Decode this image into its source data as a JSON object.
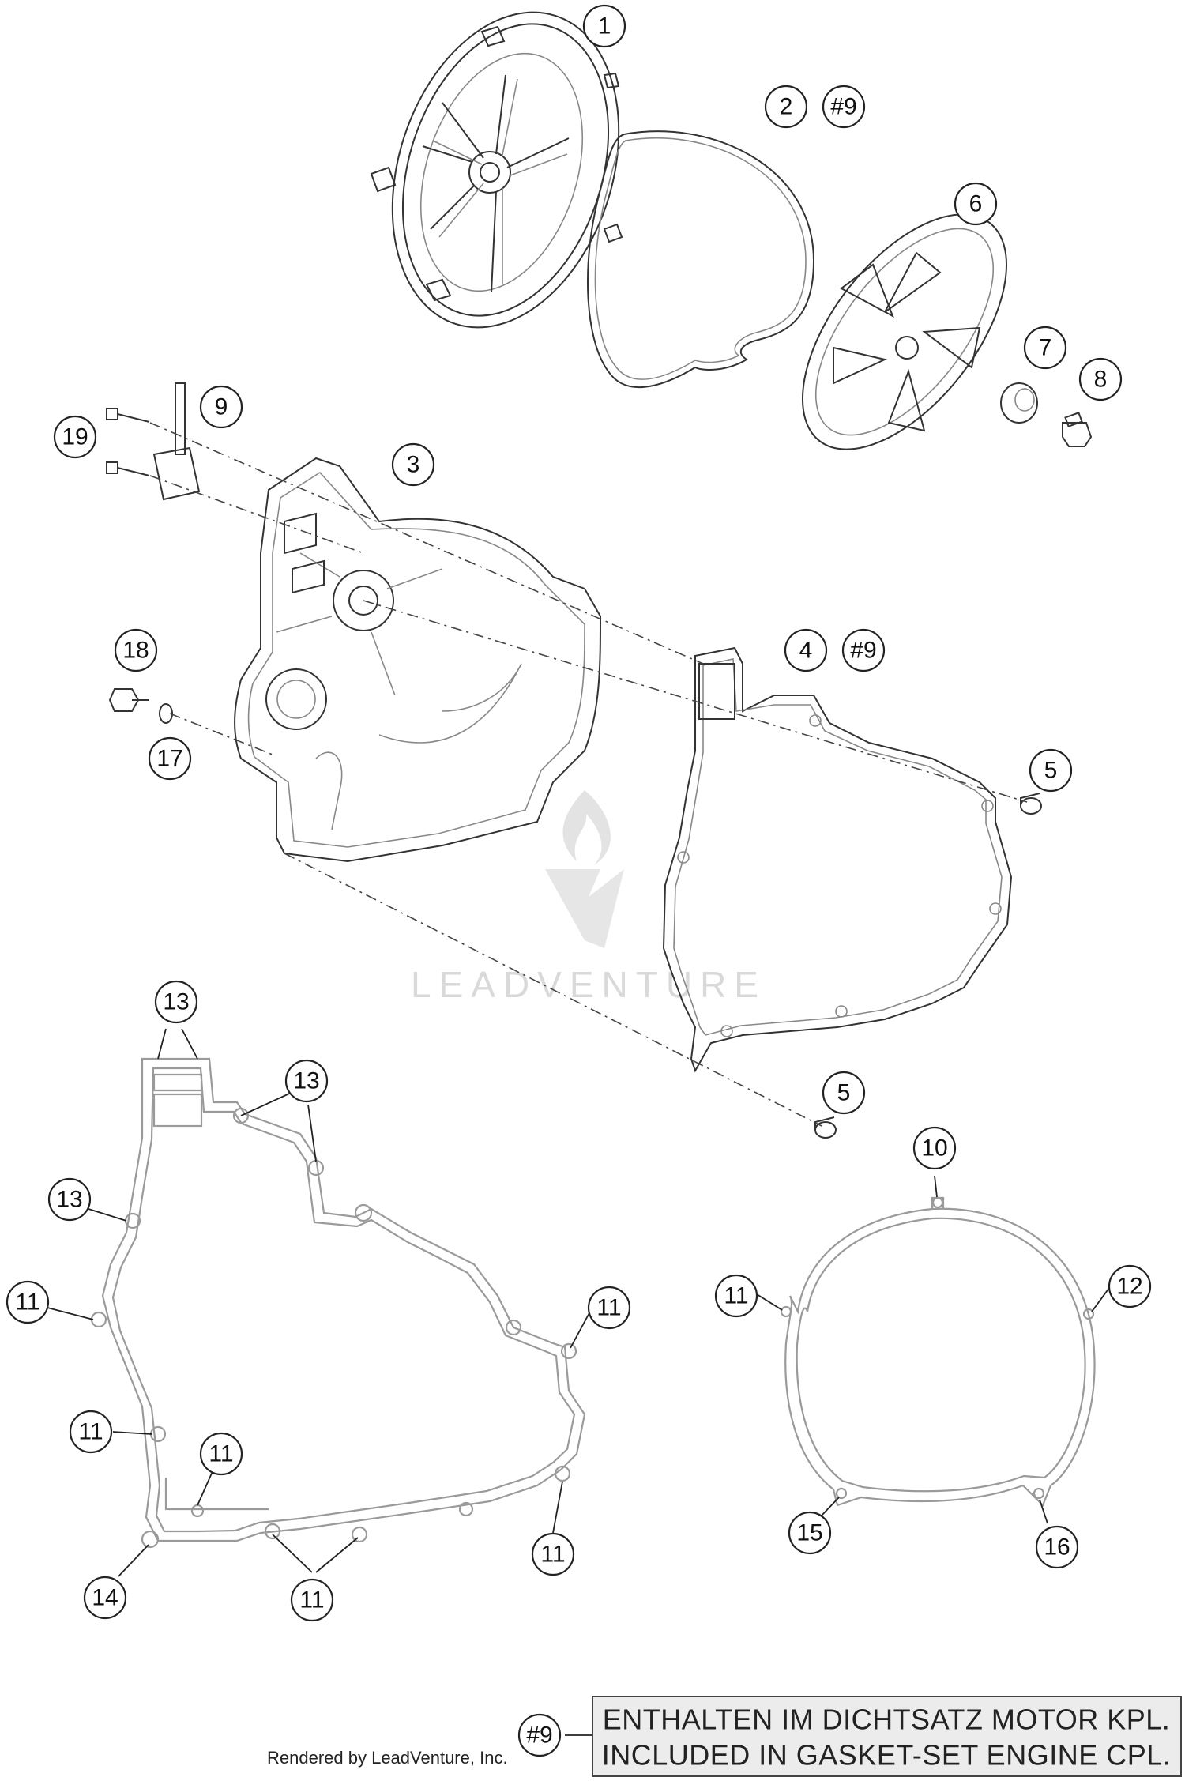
{
  "callouts": {
    "c1": "1",
    "c2": "2",
    "c2ref": "#9",
    "c3": "3",
    "c4": "4",
    "c4ref": "#9",
    "c5a": "5",
    "c5b": "5",
    "c6": "6",
    "c7": "7",
    "c8": "8",
    "c9": "9",
    "c10": "10",
    "c11a": "11",
    "c11b": "11",
    "c11c": "11",
    "c11d": "11",
    "c11e": "11",
    "c11f": "11",
    "c11g": "11",
    "c12": "12",
    "c13a": "13",
    "c13b": "13",
    "c13c": "13",
    "c14": "14",
    "c15": "15",
    "c16": "16",
    "c17": "17",
    "c18": "18",
    "c19": "19"
  },
  "note": {
    "ref": "#9",
    "line_de": "ENTHALTEN IM DICHTSATZ MOTOR KPL.",
    "line_en": "INCLUDED IN GASKET-SET ENGINE CPL."
  },
  "watermark": "LEADVENTURE",
  "credit": "Rendered by LeadVenture, Inc."
}
